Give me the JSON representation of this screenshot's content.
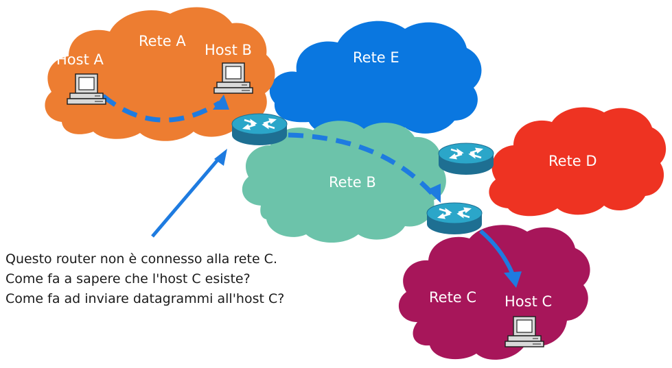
{
  "networks": {
    "rete_a": {
      "label": "Rete A",
      "color": "#ED7D31"
    },
    "rete_b": {
      "label": "Rete B",
      "color": "#6CC3AA"
    },
    "rete_c": {
      "label": "Rete C",
      "color": "#A7165A"
    },
    "rete_d": {
      "label": "Rete D",
      "color": "#EE3322"
    },
    "rete_e": {
      "label": "Rete E",
      "color": "#0A77E0"
    }
  },
  "hosts": {
    "host_a": {
      "label": "Host A"
    },
    "host_b": {
      "label": "Host B"
    },
    "host_c": {
      "label": "Host C"
    }
  },
  "annotation": {
    "line1": "Questo router non è connesso alla rete C.",
    "line2": "Come fa a sapere che l'host C esiste?",
    "line3": "Come fa ad inviare datagrammi all'host C?"
  },
  "colors": {
    "arrow": "#1E7BE0",
    "router_top": "#29A3C6",
    "router_side": "#1E6F92"
  }
}
